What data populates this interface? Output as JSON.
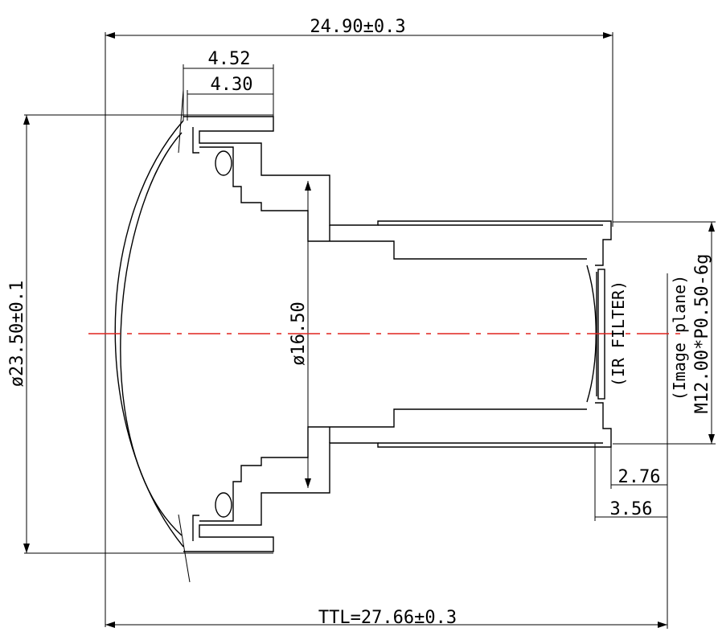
{
  "dimensions": {
    "overall_length": "24.90±0.3",
    "flange_outer": "4.52",
    "flange_inner": "4.30",
    "outer_diameter": "ø23.50±0.1",
    "inner_diameter": "ø16.50",
    "thread": "M12.00*P0.50-6g",
    "image_plane": "(Image plane)",
    "ir_filter": "(IR FILTER)",
    "back_focal_1": "2.76",
    "back_focal_2": "3.56",
    "ttl": "TTL=27.66±0.3"
  },
  "colors": {
    "outline": "#000000",
    "centerline": "#e0231f"
  }
}
